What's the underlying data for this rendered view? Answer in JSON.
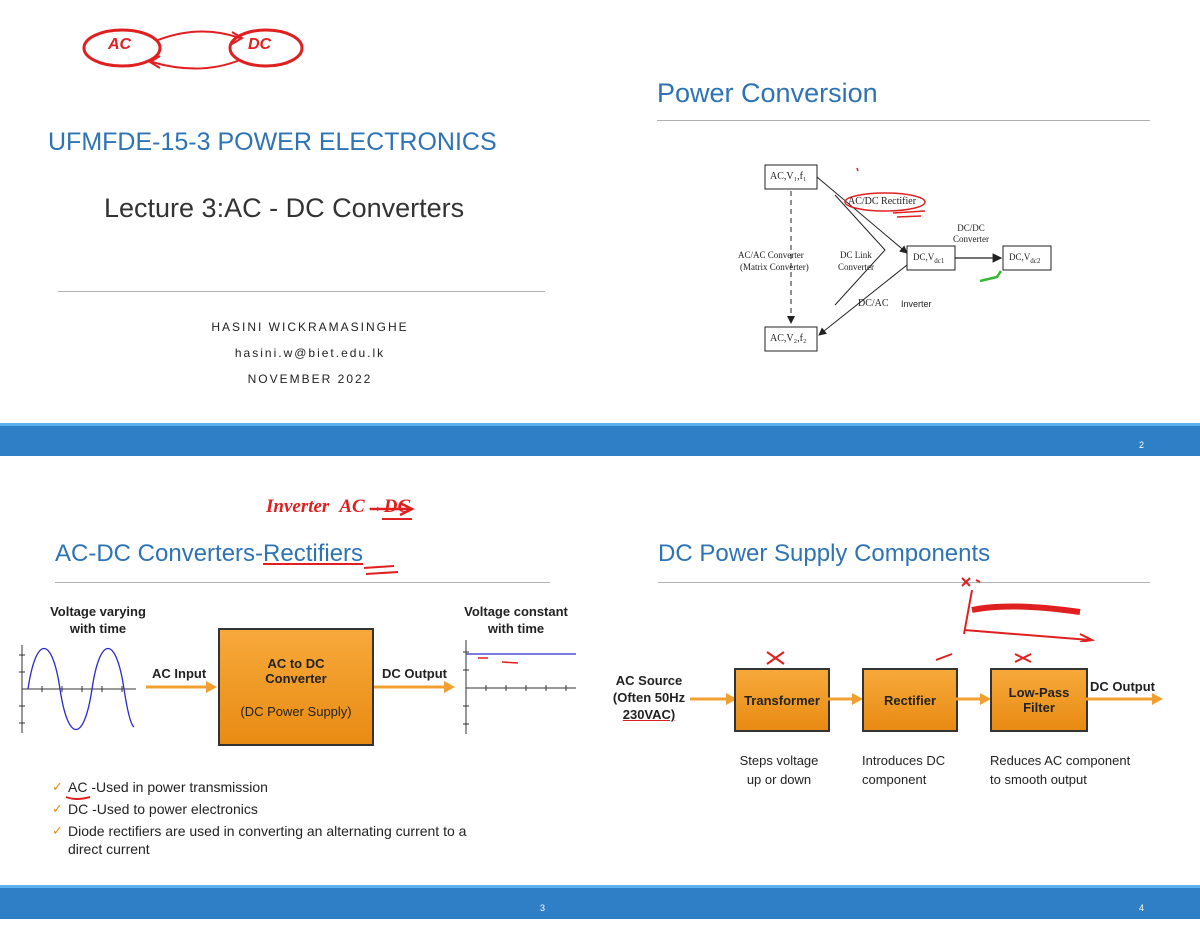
{
  "slide1": {
    "course_title": "UFMFDE-15-3 POWER ELECTRONICS",
    "lecture_title": "Lecture 3:AC - DC Converters",
    "author": "HASINI WICKRAMASINGHE",
    "email": "hasini.w@biet.edu.lk",
    "date": "NOVEMBER 2022",
    "annotations": {
      "ac": "AC",
      "dc": "DC"
    }
  },
  "slide2": {
    "title": "Power Conversion",
    "page_number": "2",
    "diagram": {
      "ac_source": "AC,V₁,f₁",
      "rectifier": "AC/DC Rectifier",
      "dcdc_converter": "DC/DC Converter",
      "acac_converter": "AC/AC Converter",
      "matrix_converter": "(Matrix Converter)",
      "dc_link": "DC Link",
      "dc_link_converter": "Converter",
      "dc1": "DC,V",
      "dc1_sub": "dc1",
      "dc2": "DC,V",
      "dc2_sub": "dc2",
      "dcac": "DC/AC",
      "inverter": "Inverter",
      "ac_out": "AC,V₂,f₂"
    }
  },
  "slide3": {
    "title_prefix": "AC-DC Converters-",
    "title_link": "Rectifiers",
    "page_number": "3",
    "annotation": "Inverter AC→DC",
    "left_label_line1": "Voltage varying",
    "left_label_line2": "with time",
    "right_label_line1": "Voltage constant",
    "right_label_line2": "with time",
    "ac_input": "AC Input",
    "dc_output": "DC Output",
    "box_line1": "AC to DC",
    "box_line2": "Converter",
    "box_line3": "(DC Power Supply)",
    "bullets": [
      "AC -Used in power  transmission",
      "DC -Used to power electronics",
      "Diode rectifiers are used in  converting an alternating current to a direct current"
    ]
  },
  "slide4": {
    "title": "DC Power Supply Components",
    "page_number": "4",
    "source_line1": "AC Source",
    "source_line2": "(Often 50Hz",
    "source_line3": "230VAC)",
    "transformer": "Transformer",
    "rectifier": "Rectifier",
    "filter": "Low-Pass Filter",
    "dc_output": "DC Output",
    "desc_transformer_1": "Steps voltage",
    "desc_transformer_2": "up or down",
    "desc_rectifier_1": "Introduces DC",
    "desc_rectifier_2": "component",
    "desc_filter_1": "Reduces AC component",
    "desc_filter_2": "to smooth output"
  },
  "colors": {
    "band": "#2f7fc6",
    "band_accent": "#5bb0ef",
    "title": "#2e74b5",
    "box_fill": "#f2a035",
    "arrow": "#f0a030",
    "ink_red": "#e02020"
  }
}
